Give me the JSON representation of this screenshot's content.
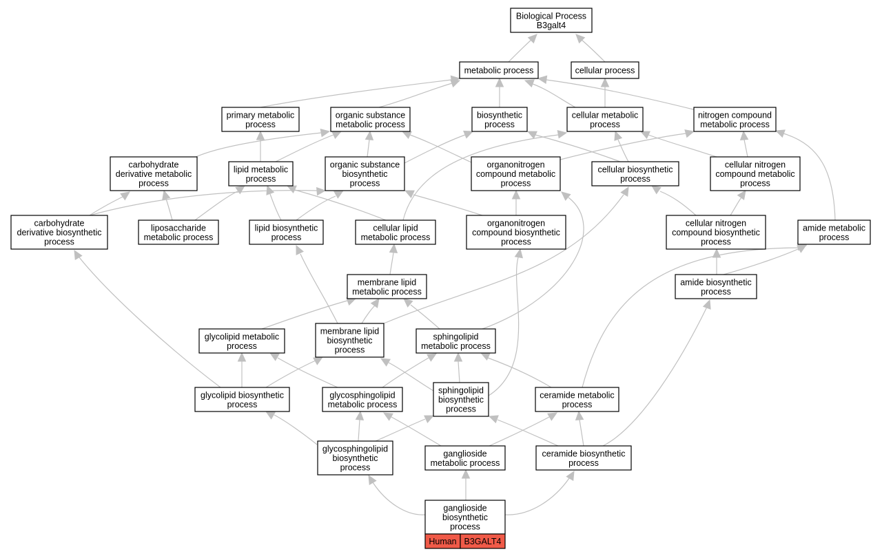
{
  "colors": {
    "edge": "#c0c0c0",
    "tag_fill": "#f05a48",
    "node_fill": "#ffffff"
  },
  "nodes": [
    {
      "id": "bp",
      "lines": [
        "Biological Process",
        "B3galt4"
      ]
    },
    {
      "id": "metab",
      "lines": [
        "metabolic process"
      ]
    },
    {
      "id": "cellular",
      "lines": [
        "cellular process"
      ]
    },
    {
      "id": "primary",
      "lines": [
        "primary metabolic",
        "process"
      ]
    },
    {
      "id": "orgsub",
      "lines": [
        "organic substance",
        "metabolic process"
      ]
    },
    {
      "id": "biosyn",
      "lines": [
        "biosynthetic",
        "process"
      ]
    },
    {
      "id": "cellmet",
      "lines": [
        "cellular metabolic",
        "process"
      ]
    },
    {
      "id": "nitro",
      "lines": [
        "nitrogen compound",
        "metabolic process"
      ]
    },
    {
      "id": "carbder",
      "lines": [
        "carbohydrate",
        "derivative metabolic",
        "process"
      ]
    },
    {
      "id": "lipidmet",
      "lines": [
        "lipid metabolic",
        "process"
      ]
    },
    {
      "id": "orgsubbio",
      "lines": [
        "organic substance",
        "biosynthetic",
        "process"
      ]
    },
    {
      "id": "orgnitro",
      "lines": [
        "organonitrogen",
        "compound metabolic",
        "process"
      ]
    },
    {
      "id": "cellbio",
      "lines": [
        "cellular biosynthetic",
        "process"
      ]
    },
    {
      "id": "cellnitro",
      "lines": [
        "cellular nitrogen",
        "compound metabolic",
        "process"
      ]
    },
    {
      "id": "carbderbio",
      "lines": [
        "carbohydrate",
        "derivative biosynthetic",
        "process"
      ]
    },
    {
      "id": "liposac",
      "lines": [
        "liposaccharide",
        "metabolic process"
      ]
    },
    {
      "id": "lipidbio",
      "lines": [
        "lipid biosynthetic",
        "process"
      ]
    },
    {
      "id": "celllipid",
      "lines": [
        "cellular lipid",
        "metabolic process"
      ]
    },
    {
      "id": "orgnitrobio",
      "lines": [
        "organonitrogen",
        "compound biosynthetic",
        "process"
      ]
    },
    {
      "id": "cellnitrobio",
      "lines": [
        "cellular nitrogen",
        "compound biosynthetic",
        "process"
      ]
    },
    {
      "id": "amidemet",
      "lines": [
        "amide metabolic",
        "process"
      ]
    },
    {
      "id": "memlipid",
      "lines": [
        "membrane lipid",
        "metabolic process"
      ]
    },
    {
      "id": "amidebio",
      "lines": [
        "amide biosynthetic",
        "process"
      ]
    },
    {
      "id": "glycolipid",
      "lines": [
        "glycolipid metabolic",
        "process"
      ]
    },
    {
      "id": "memlipidbio",
      "lines": [
        "membrane lipid",
        "biosynthetic",
        "process"
      ]
    },
    {
      "id": "sphingo",
      "lines": [
        "sphingolipid",
        "metabolic process"
      ]
    },
    {
      "id": "glycolipidbio",
      "lines": [
        "glycolipid biosynthetic",
        "process"
      ]
    },
    {
      "id": "glycosphingo",
      "lines": [
        "glycosphingolipid",
        "metabolic process"
      ]
    },
    {
      "id": "sphingobio",
      "lines": [
        "sphingolipid",
        "biosynthetic",
        "process"
      ]
    },
    {
      "id": "ceramide",
      "lines": [
        "ceramide metabolic",
        "process"
      ]
    },
    {
      "id": "glycosphingobio",
      "lines": [
        "glycosphingolipid",
        "biosynthetic",
        "process"
      ]
    },
    {
      "id": "ganglio",
      "lines": [
        "ganglioside",
        "metabolic process"
      ]
    },
    {
      "id": "ceramidebio",
      "lines": [
        "ceramide biosynthetic",
        "process"
      ]
    },
    {
      "id": "gangliobio",
      "lines": [
        "ganglioside",
        "biosynthetic",
        "process"
      ]
    }
  ],
  "edges": [
    [
      "metab",
      "bp"
    ],
    [
      "cellular",
      "bp"
    ],
    [
      "primary",
      "metab"
    ],
    [
      "orgsub",
      "metab"
    ],
    [
      "biosyn",
      "metab"
    ],
    [
      "cellmet",
      "metab"
    ],
    [
      "nitro",
      "metab"
    ],
    [
      "cellmet",
      "cellular"
    ],
    [
      "carbder",
      "orgsub"
    ],
    [
      "lipidmet",
      "primary"
    ],
    [
      "lipidmet",
      "orgsub"
    ],
    [
      "orgsubbio",
      "orgsub"
    ],
    [
      "orgsubbio",
      "biosyn"
    ],
    [
      "orgnitro",
      "orgsub"
    ],
    [
      "orgnitro",
      "nitro"
    ],
    [
      "cellbio",
      "biosyn"
    ],
    [
      "cellbio",
      "cellmet"
    ],
    [
      "cellnitro",
      "cellmet"
    ],
    [
      "cellnitro",
      "nitro"
    ],
    [
      "carbderbio",
      "carbder"
    ],
    [
      "carbderbio",
      "orgsubbio"
    ],
    [
      "liposac",
      "carbder"
    ],
    [
      "liposac",
      "lipidmet"
    ],
    [
      "lipidbio",
      "lipidmet"
    ],
    [
      "lipidbio",
      "orgsubbio"
    ],
    [
      "celllipid",
      "lipidmet"
    ],
    [
      "celllipid",
      "cellmet"
    ],
    [
      "orgnitrobio",
      "orgnitro"
    ],
    [
      "orgnitrobio",
      "orgsubbio"
    ],
    [
      "cellnitrobio",
      "cellnitro"
    ],
    [
      "cellnitrobio",
      "cellbio"
    ],
    [
      "amidemet",
      "nitro"
    ],
    [
      "memlipid",
      "celllipid"
    ],
    [
      "amidebio",
      "amidemet"
    ],
    [
      "amidebio",
      "cellnitrobio"
    ],
    [
      "glycolipid",
      "memlipid"
    ],
    [
      "memlipidbio",
      "memlipid"
    ],
    [
      "memlipidbio",
      "lipidbio"
    ],
    [
      "memlipidbio",
      "cellbio"
    ],
    [
      "sphingo",
      "memlipid"
    ],
    [
      "sphingo",
      "orgnitro"
    ],
    [
      "glycolipidbio",
      "glycolipid"
    ],
    [
      "glycolipidbio",
      "carbderbio"
    ],
    [
      "glycolipidbio",
      "memlipidbio"
    ],
    [
      "glycosphingo",
      "glycolipid"
    ],
    [
      "glycosphingo",
      "sphingo"
    ],
    [
      "sphingobio",
      "sphingo"
    ],
    [
      "sphingobio",
      "memlipidbio"
    ],
    [
      "sphingobio",
      "orgnitrobio"
    ],
    [
      "ceramide",
      "sphingo"
    ],
    [
      "ceramide",
      "amidemet"
    ],
    [
      "glycosphingobio",
      "glycolipidbio"
    ],
    [
      "glycosphingobio",
      "glycosphingo"
    ],
    [
      "glycosphingobio",
      "sphingobio"
    ],
    [
      "ganglio",
      "glycosphingo"
    ],
    [
      "ganglio",
      "ceramide"
    ],
    [
      "ceramidebio",
      "ceramide"
    ],
    [
      "ceramidebio",
      "sphingobio"
    ],
    [
      "ceramidebio",
      "amidebio"
    ],
    [
      "gangliobio",
      "ganglio"
    ],
    [
      "gangliobio",
      "glycosphingobio"
    ],
    [
      "gangliobio",
      "ceramidebio"
    ]
  ],
  "annotation": {
    "node": "gangliobio",
    "species": "Human",
    "gene": "B3GALT4"
  }
}
